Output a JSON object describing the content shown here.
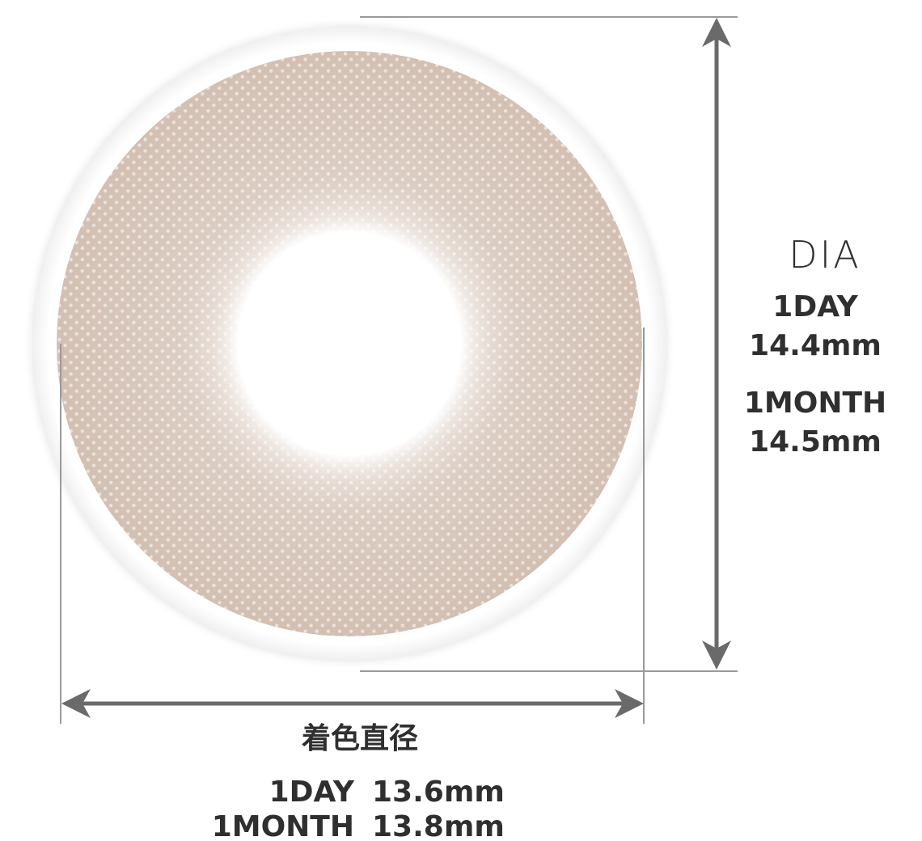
{
  "colors": {
    "lens_tint": "#a37c60",
    "lens_tint_dark": "#8f6a4f",
    "lens_tint_light": "#c7a98f",
    "glow": "#f3f3f3",
    "arrow": "#6a6a6a",
    "guide_line": "#9a9a9a",
    "text": "#2f2f2f"
  },
  "diameter": {
    "title": "DIA",
    "one_day_label": "1DAY",
    "one_day_value": "14.4mm",
    "one_month_label": "1MONTH",
    "one_month_value": "14.5mm"
  },
  "tint_diameter": {
    "title": "着色直径",
    "one_day_label": "1DAY",
    "one_day_value": "13.6mm",
    "one_month_label": "1MONTH",
    "one_month_value": "13.8mm"
  }
}
